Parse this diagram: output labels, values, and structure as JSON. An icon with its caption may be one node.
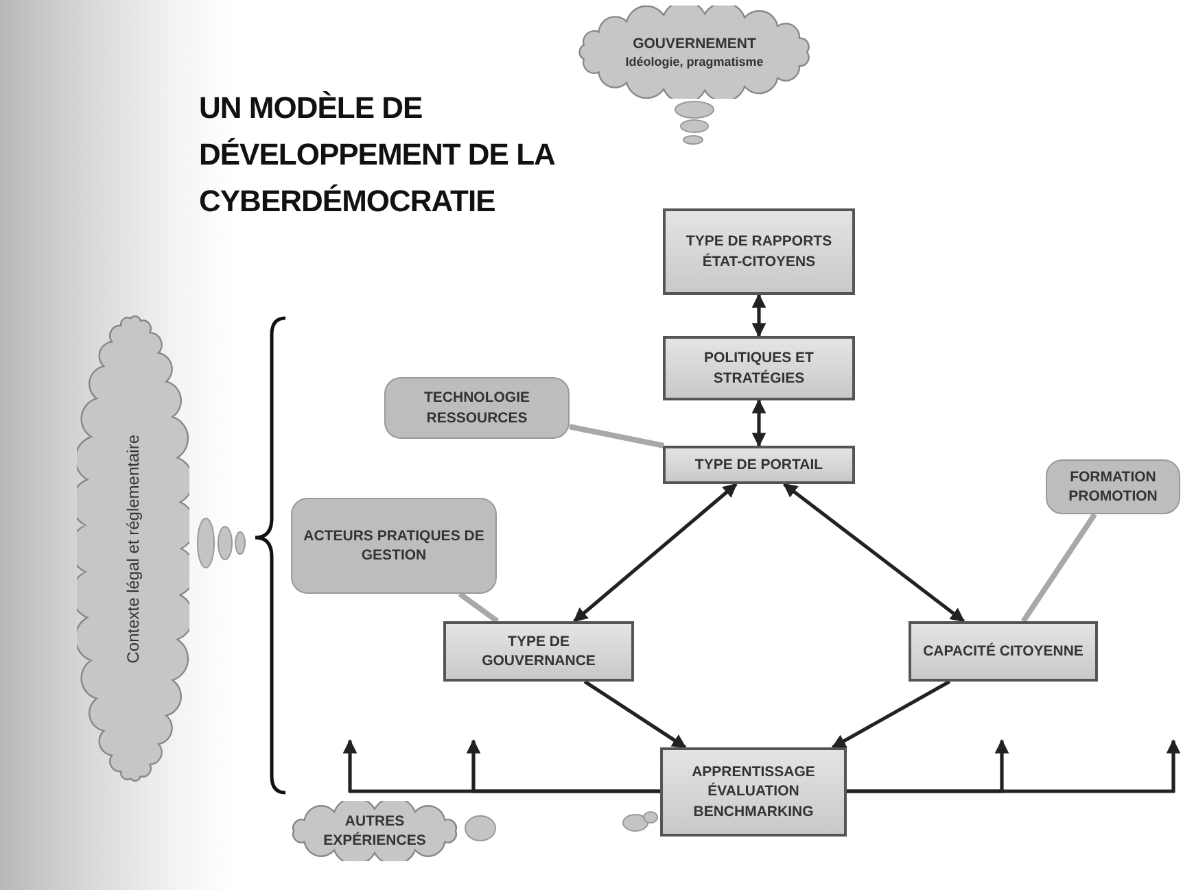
{
  "diagram": {
    "title": "UN MODÈLE DE DÉVELOPPEMENT DE LA CYBERDÉMOCRATIE",
    "nodes": [
      {
        "text": [
          "GOUVERNEMENT",
          "Idéologie, pragmatisme"
        ]
      },
      {
        "text": [
          "TYPE DE RAPPORTS ÉTAT-CITOYENS"
        ]
      },
      {
        "text": [
          "POLITIQUES ET STRATÉGIES"
        ]
      },
      {
        "text": [
          "TYPE DE PORTAIL"
        ]
      },
      {
        "text": [
          "TECHNOLOGIE RESSOURCES"
        ]
      },
      {
        "text": [
          "ACTEURS PRATIQUES DE GESTION"
        ]
      },
      {
        "text": [
          "TYPE DE GOUVERNANCE"
        ]
      },
      {
        "text": [
          "CAPACITÉ CITOYENNE"
        ]
      },
      {
        "text": [
          "FORMATION PROMOTION"
        ]
      },
      {
        "text": [
          "APPRENTISSAGE ÉVALUATION BENCHMARKING"
        ]
      },
      {
        "text": [
          "AUTRES EXPÉRIENCES"
        ]
      },
      {
        "text": [
          "Contexte légal et réglementaire"
        ]
      }
    ],
    "edges": [
      {
        "from": 1,
        "to": 2,
        "arrow": "both"
      },
      {
        "from": 2,
        "to": 3,
        "arrow": "both"
      },
      {
        "from": 3,
        "to": 6,
        "arrow": "both"
      },
      {
        "from": 3,
        "to": 7,
        "arrow": "both"
      },
      {
        "from": 6,
        "to": 9,
        "arrow": "to"
      },
      {
        "from": 7,
        "to": 9,
        "arrow": "to"
      },
      {
        "from": 9,
        "to": null,
        "arrow": "to"
      },
      {
        "from": 9,
        "to": null,
        "arrow": "to"
      },
      {
        "from": 9,
        "to": null,
        "arrow": "to"
      },
      {
        "from": 9,
        "to": null,
        "arrow": "to"
      },
      {
        "from": 4,
        "to": 3,
        "arrow": "none",
        "color": "#a8a8a8"
      },
      {
        "from": 5,
        "to": 6,
        "arrow": "none",
        "color": "#a8a8a8"
      },
      {
        "from": 8,
        "to": 7,
        "arrow": "none",
        "color": "#a8a8a8"
      }
    ]
  }
}
